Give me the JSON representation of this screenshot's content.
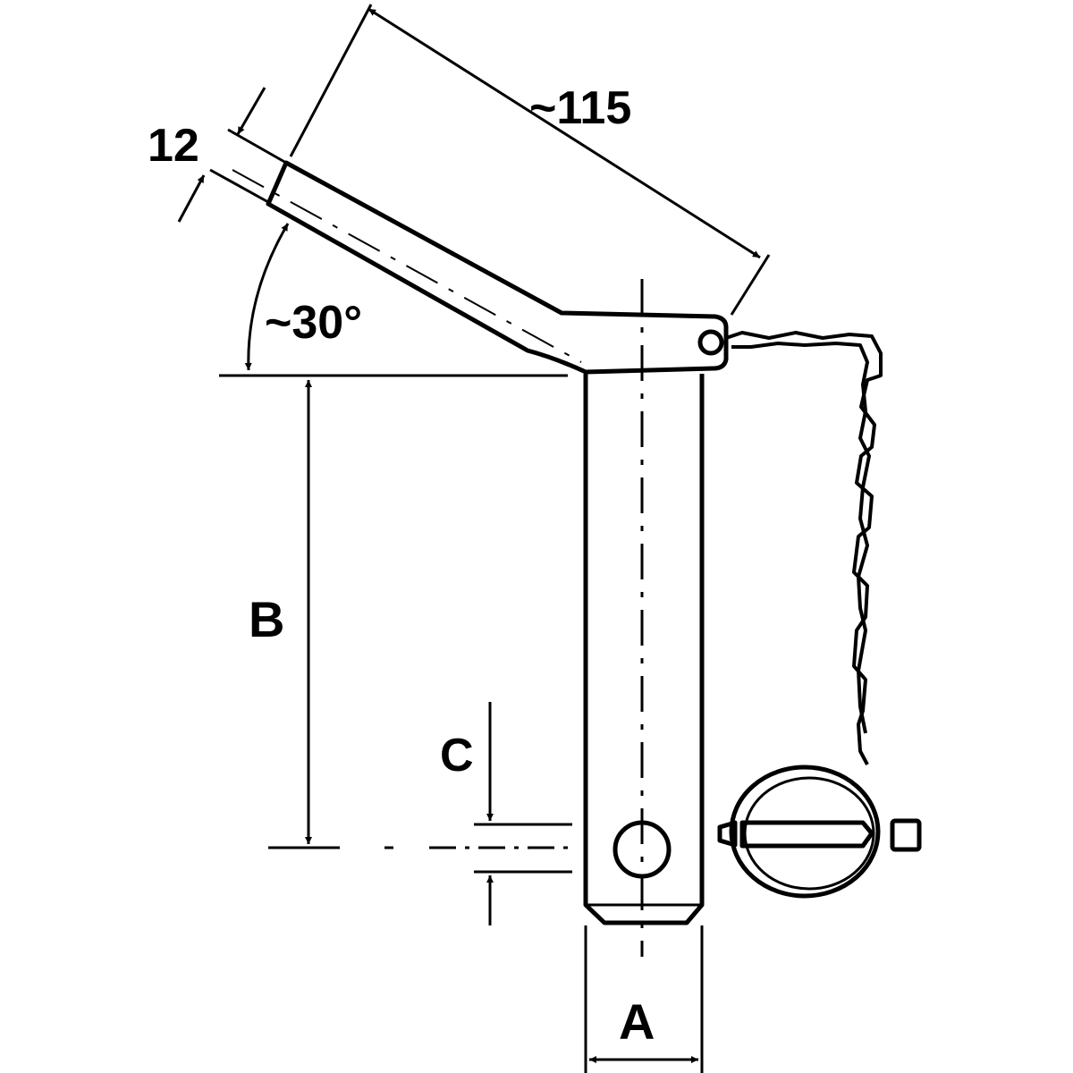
{
  "labels": {
    "length": "~115",
    "handle_width": "12",
    "angle": "~30°",
    "dim_b": "B",
    "dim_c": "C",
    "dim_a": "A"
  },
  "colors": {
    "line": "#000000",
    "background": "#ffffff"
  }
}
